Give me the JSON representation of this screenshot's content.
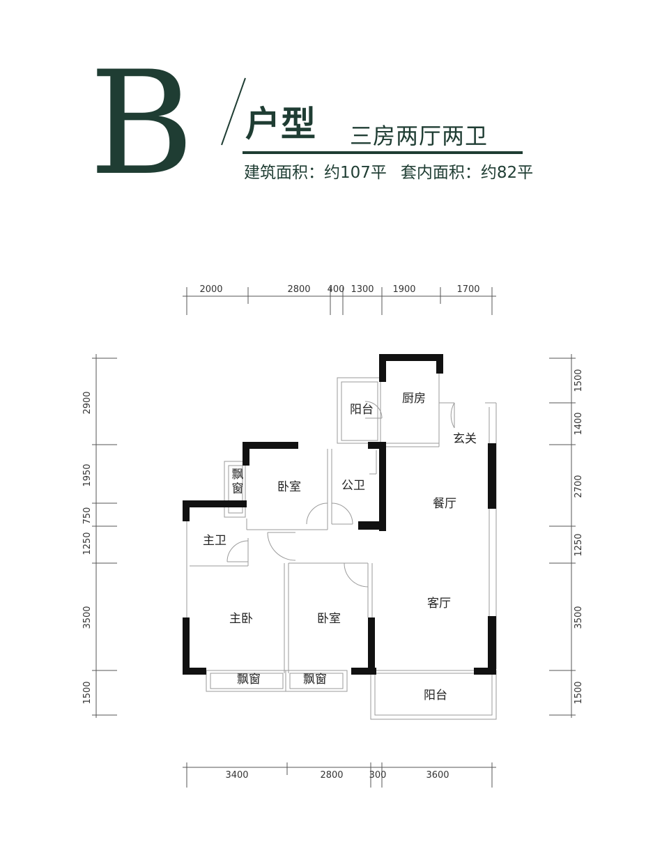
{
  "header": {
    "letter": "B",
    "type_label": "户型",
    "layout": "三房两厅两卫",
    "building_area": "建筑面积：约107平",
    "inner_area": "套内面积：约82平"
  },
  "colors": {
    "brand": "#1f3d33",
    "wall": "#111111",
    "thin_line": "#9a9a9a"
  },
  "rooms": {
    "kitchen": "厨房",
    "balcony_top": "阳台",
    "entrance": "玄关",
    "bedroom_top": "卧室",
    "bay_window_left": "飘\n窗",
    "public_bath": "公卫",
    "dining": "餐厅",
    "master_bath": "主卫",
    "master_bedroom": "主卧",
    "bedroom_bottom": "卧室",
    "living": "客厅",
    "bay_window_1": "飘窗",
    "bay_window_2": "飘窗",
    "balcony_bottom": "阳台"
  },
  "dimensions": {
    "top": [
      "2000",
      "2800",
      "400",
      "1300",
      "1900",
      "1700"
    ],
    "bottom": [
      "3400",
      "2800",
      "300",
      "3600"
    ],
    "left": [
      "2900",
      "1950",
      "750",
      "1250",
      "3500",
      "1500"
    ],
    "right": [
      "1500",
      "1400",
      "2700",
      "1250",
      "3500",
      "1500"
    ]
  }
}
